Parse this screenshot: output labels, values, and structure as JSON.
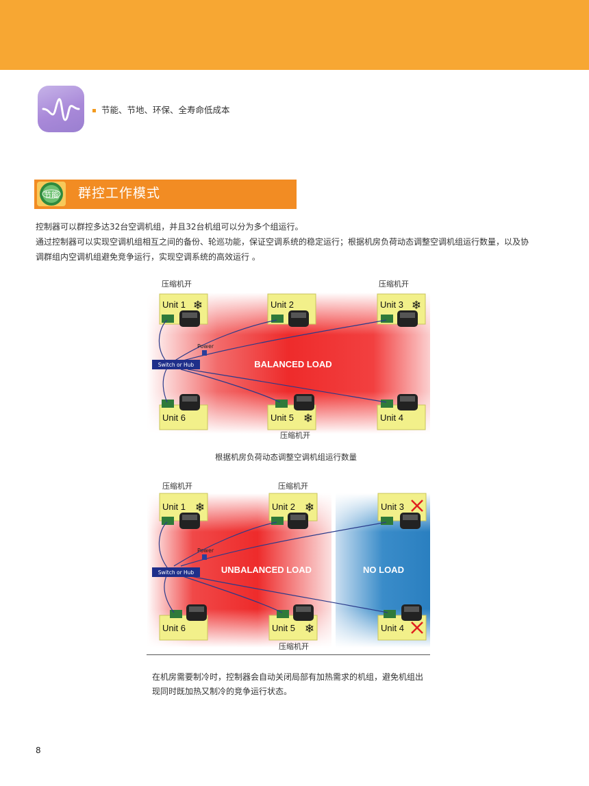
{
  "header": {
    "band_color": "#f7a733"
  },
  "feature": {
    "icon": "wave-icon",
    "text": "节能、节地、环保、全寿命低成本"
  },
  "section": {
    "title": "群控工作模式",
    "logo_text": "节能",
    "bar_color": "#f28c23"
  },
  "intro": {
    "line1": "控制器可以群控多达32台空调机组，并且32台机组可以分为多个组运行。",
    "line2": "通过控制器可以实现空调机组相互之间的备份、轮巡功能，保证空调系统的稳定运行；根据机房负荷动态调整空调机组运行数量，以及协",
    "line3": "调群组内空调机组避免竞争运行，实现空调系统的高效运行 。"
  },
  "diagram1": {
    "compressor_label": "压缩机开",
    "units": [
      "Unit 1",
      "Unit 2",
      "Unit 3",
      "Unit 6",
      "Unit 5",
      "Unit 4"
    ],
    "power_label": "Power",
    "switch_label": "Switch or Hub",
    "load_label": "BALANCED LOAD",
    "caption": "根据机房负荷动态调整空调机组运行数量"
  },
  "diagram2": {
    "compressor_label": "压缩机开",
    "units": [
      "Unit 1",
      "Unit 2",
      "Unit 3",
      "Unit 6",
      "Unit 5",
      "Unit 4"
    ],
    "power_label": "Power",
    "switch_label": "Switch or Hub",
    "load_label": "UNBALANCED LOAD",
    "noload_label": "NO LOAD"
  },
  "bottom_text": {
    "line1": "在机房需要制冷时，控制器会自动关闭局部有加热需求的机组，避免机组出",
    "line2": "现同时既加热又制冷的竞争运行状态。"
  },
  "page_number": "8"
}
